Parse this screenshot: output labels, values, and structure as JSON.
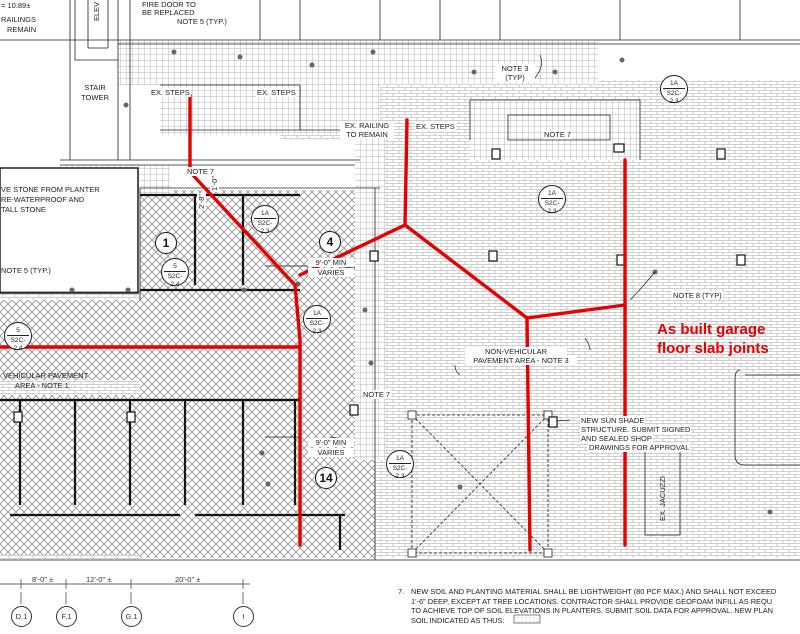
{
  "labels": {
    "elev": "= 10.89±",
    "railings_remain": [
      "RAILINGS",
      "REMAIN"
    ],
    "elev_vertical": "ELEV",
    "fire_door": [
      "FIRE DOOR TO",
      "BE REPLACED"
    ],
    "note5_top": "NOTE 5 (TYP.)",
    "stair_tower": [
      "STAIR",
      "TOWER"
    ],
    "ex_steps_1": "EX. STEPS",
    "ex_steps_2": "EX. STEPS",
    "note3": [
      "NOTE 3",
      "(TYP)"
    ],
    "ex_railing": [
      "EX. RAILING",
      "TO REMAIN"
    ],
    "ex_steps_3": "EX. STEPS",
    "note7_top": "NOTE 7",
    "note7_left": "NOTE 7",
    "planter": [
      "VE STONE FROM PLANTER",
      "RE-WATERPROOF AND",
      "TALL STONE"
    ],
    "note5_left": "NOTE 5 (TYP.)",
    "dim_vert": "2'-8\"",
    "dim_vert_2": "1'-0\"",
    "min_varies_1": [
      "9'-0\" MIN",
      "VARIES"
    ],
    "note8": "NOTE 8 (TYP)",
    "vehicular": [
      "VEHICULAR PAVEMENT",
      "AREA - NOTE 1"
    ],
    "nonvehicular": [
      "NON-VEHICULAR",
      "PAVEMENT AREA - NOTE 3"
    ],
    "note7_mid": "NOTE 7",
    "min_varies_2": [
      "9'-0\" MIN",
      "VARIES"
    ],
    "sun_shade": [
      "NEW SUN SHADE",
      "STRUCTURE. SUBMIT SIGNED",
      "AND SEALED SHOP",
      "DRAWINGS FOR APPROVAL"
    ],
    "jacuzzi": "EX. JACUZZI"
  },
  "callout": [
    "As built garage",
    "floor slab joints"
  ],
  "bubbles": [
    "1",
    "4",
    "14"
  ],
  "tags": [
    {
      "top": "1A",
      "bottom": "S2C-2.3"
    },
    {
      "top": "1A",
      "bottom": "S2C-2.3"
    },
    {
      "top": "1A",
      "bottom": "S2C-2.3"
    },
    {
      "top": "1A",
      "bottom": "S2C-2.3"
    },
    {
      "top": "1A",
      "bottom": "S2C-2.3"
    },
    {
      "top": "5",
      "bottom": "S2C-2.4"
    },
    {
      "top": "5",
      "bottom": "S2C-2.4"
    }
  ],
  "dimensions": [
    "8'-0\" ±",
    "12'-0\" ±",
    "20'-0\" ±"
  ],
  "grid_lines": [
    "D.1",
    "F.1",
    "G.1",
    "I"
  ],
  "footnote": {
    "number": "7.",
    "lines": [
      "NEW SOIL AND PLANTING MATERIAL SHALL BE LIGHTWEIGHT (80 PCF MAX.) AND SHALL NOT EXCEED",
      "1'-6\" DEEP, EXCEPT AT TREE LOCATIONS. CONTRACTOR SHALL PROVIDE GEOFOAM INFILL AS REQU",
      "TO ACHIEVE TOP OF SOIL ELEVATIONS IN PLANTERS. SUBMIT SOIL DATA FOR APPROVAL. NEW PLAN",
      "SOIL INDICATED AS THUS:"
    ]
  },
  "colors": {
    "joint_red": "#e60000",
    "line": "#111111",
    "paver": "#9a9a9a"
  }
}
